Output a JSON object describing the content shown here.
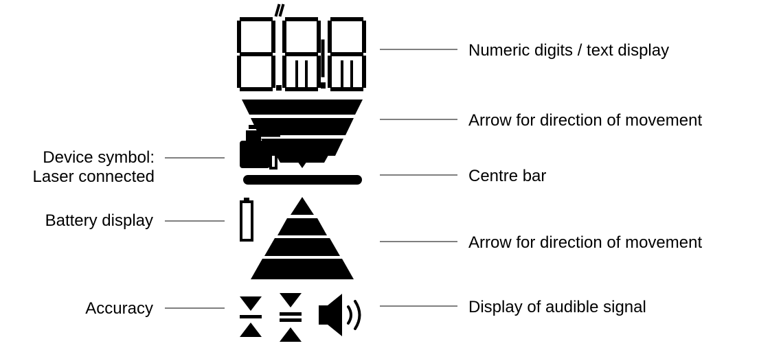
{
  "labels": {
    "numeric_digits": "Numeric digits / text display",
    "arrow_down": "Arrow for direction of movement",
    "device_symbol_line1": "Device symbol:",
    "device_symbol_line2": "Laser connected",
    "centre_bar": "Centre bar",
    "battery": "Battery display",
    "arrow_up": "Arrow for direction of movement",
    "accuracy": "Accuracy",
    "audible_signal": "Display of audible signal"
  },
  "colors": {
    "ink": "#000000",
    "leader": "#7f7f7f",
    "background": "#ffffff"
  },
  "icons": [
    "seven-segment-digits",
    "down-arrow-icon",
    "laser-device-icon",
    "centre-bar",
    "battery-icon",
    "up-arrow-icon",
    "accuracy-fine-icon",
    "accuracy-coarse-icon",
    "speaker-icon"
  ]
}
